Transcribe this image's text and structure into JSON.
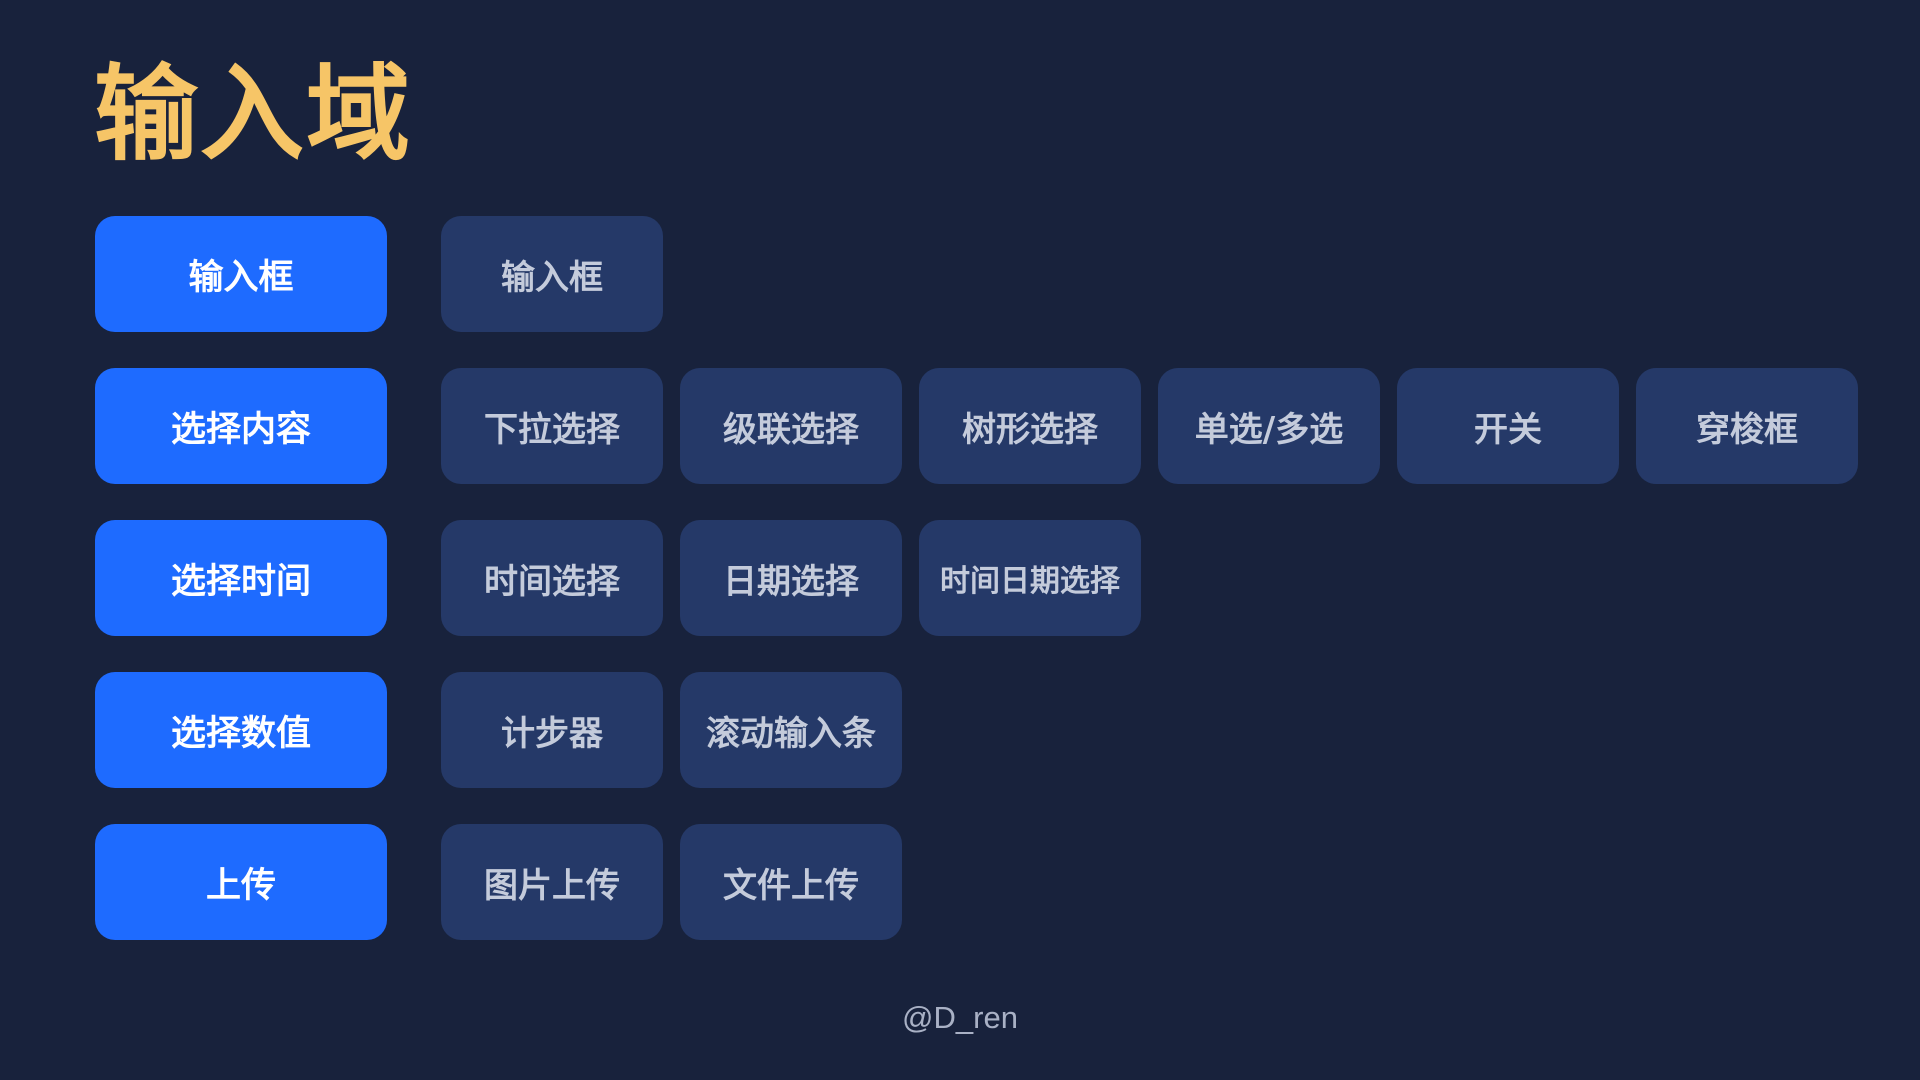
{
  "page": {
    "title": "输入域",
    "credit": "@D_ren",
    "colors": {
      "background": "#18223c",
      "title": "#f6c567",
      "category_bg": "#1e6bff",
      "item_bg": "#253968",
      "item_text": "#c4cbdb"
    }
  },
  "rows": [
    {
      "category": "输入框",
      "items": [
        "输入框"
      ]
    },
    {
      "category": "选择内容",
      "items": [
        "下拉选择",
        "级联选择",
        "树形选择",
        "单选/多选",
        "开关",
        "穿梭框"
      ]
    },
    {
      "category": "选择时间",
      "items": [
        "时间选择",
        "日期选择",
        "时间日期选择"
      ]
    },
    {
      "category": "选择数值",
      "items": [
        "计步器",
        "滚动输入条"
      ]
    },
    {
      "category": "上传",
      "items": [
        "图片上传",
        "文件上传"
      ]
    }
  ]
}
